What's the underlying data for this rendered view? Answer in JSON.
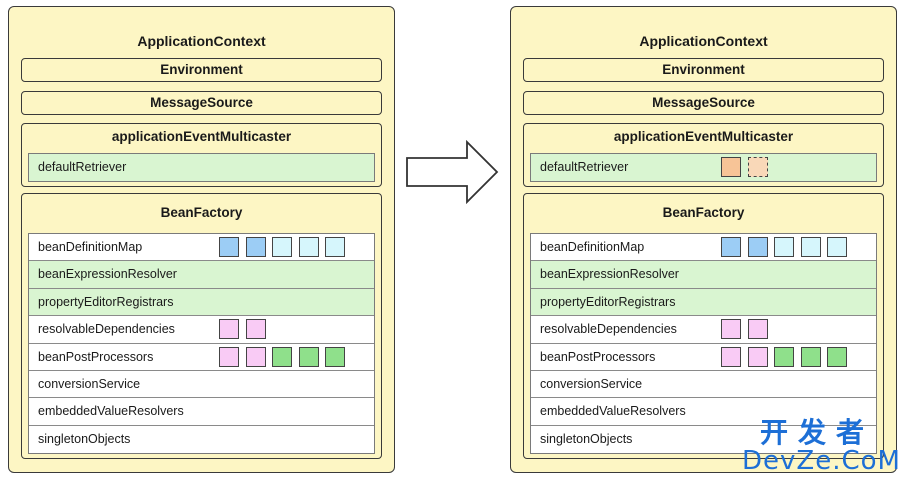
{
  "diagrams": [
    {
      "title": "ApplicationContext",
      "environment": "Environment",
      "message_source": "MessageSource",
      "multicaster": {
        "title": "applicationEventMulticaster",
        "row": {
          "label": "defaultRetriever",
          "boxes": []
        }
      },
      "bean_factory": {
        "title": "BeanFactory",
        "rows": [
          {
            "label": "beanDefinitionMap",
            "highlight": false,
            "boxes": [
              {
                "color": "#9ccdf5",
                "dashed": false
              },
              {
                "color": "#9ccdf5",
                "dashed": false
              },
              {
                "color": "#d6f6fc",
                "dashed": false
              },
              {
                "color": "#d6f6fc",
                "dashed": false
              },
              {
                "color": "#d6f6fc",
                "dashed": false
              }
            ]
          },
          {
            "label": "beanExpressionResolver",
            "highlight": true,
            "boxes": []
          },
          {
            "label": "propertyEditorRegistrars",
            "highlight": true,
            "boxes": []
          },
          {
            "label": "resolvableDependencies",
            "highlight": false,
            "boxes": [
              {
                "color": "#f9cbf5",
                "dashed": false
              },
              {
                "color": "#f9cbf5",
                "dashed": false
              }
            ]
          },
          {
            "label": "beanPostProcessors",
            "highlight": false,
            "boxes": [
              {
                "color": "#f9cbf5",
                "dashed": false
              },
              {
                "color": "#f9cbf5",
                "dashed": false
              },
              {
                "color": "#8fe08b",
                "dashed": false
              },
              {
                "color": "#8fe08b",
                "dashed": false
              },
              {
                "color": "#8fe08b",
                "dashed": false
              }
            ]
          },
          {
            "label": "conversionService",
            "highlight": false,
            "boxes": []
          },
          {
            "label": "embeddedValueResolvers",
            "highlight": false,
            "boxes": []
          },
          {
            "label": "singletonObjects",
            "highlight": false,
            "boxes": []
          }
        ]
      }
    },
    {
      "title": "ApplicationContext",
      "environment": "Environment",
      "message_source": "MessageSource",
      "multicaster": {
        "title": "applicationEventMulticaster",
        "row": {
          "label": "defaultRetriever",
          "boxes": [
            {
              "color": "#f7c497",
              "dashed": false
            },
            {
              "color": "#f9d8b8",
              "dashed": true
            }
          ]
        }
      },
      "bean_factory": {
        "title": "BeanFactory",
        "rows": [
          {
            "label": "beanDefinitionMap",
            "highlight": false,
            "boxes": [
              {
                "color": "#9ccdf5",
                "dashed": false
              },
              {
                "color": "#9ccdf5",
                "dashed": false
              },
              {
                "color": "#d6f6fc",
                "dashed": false
              },
              {
                "color": "#d6f6fc",
                "dashed": false
              },
              {
                "color": "#d6f6fc",
                "dashed": false
              }
            ]
          },
          {
            "label": "beanExpressionResolver",
            "highlight": true,
            "boxes": []
          },
          {
            "label": "propertyEditorRegistrars",
            "highlight": true,
            "boxes": []
          },
          {
            "label": "resolvableDependencies",
            "highlight": false,
            "boxes": [
              {
                "color": "#f9cbf5",
                "dashed": false
              },
              {
                "color": "#f9cbf5",
                "dashed": false
              }
            ]
          },
          {
            "label": "beanPostProcessors",
            "highlight": false,
            "boxes": [
              {
                "color": "#f9cbf5",
                "dashed": false
              },
              {
                "color": "#f9cbf5",
                "dashed": false
              },
              {
                "color": "#8fe08b",
                "dashed": false
              },
              {
                "color": "#8fe08b",
                "dashed": false
              },
              {
                "color": "#8fe08b",
                "dashed": false
              }
            ]
          },
          {
            "label": "conversionService",
            "highlight": false,
            "boxes": []
          },
          {
            "label": "embeddedValueResolvers",
            "highlight": false,
            "boxes": []
          },
          {
            "label": "singletonObjects",
            "highlight": false,
            "boxes": []
          }
        ]
      }
    }
  ],
  "arrow_icon": "right-arrow-icon",
  "watermark": {
    "cn": "开发者",
    "en": "DevZe.CoM"
  }
}
